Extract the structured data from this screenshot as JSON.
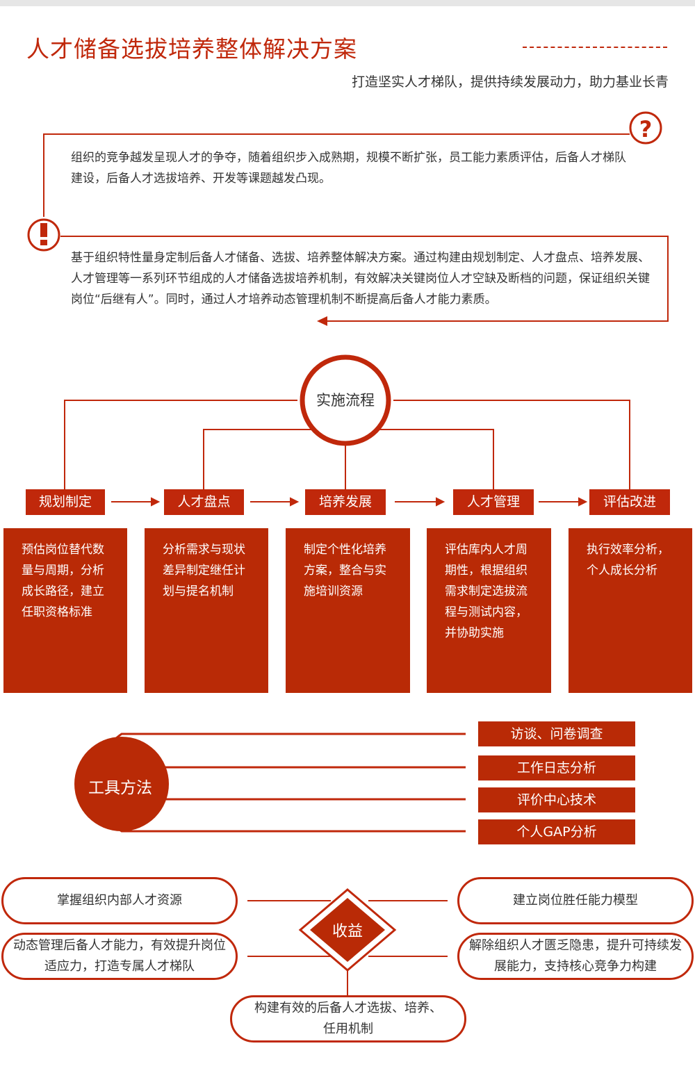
{
  "header": {
    "title": "人才储备选拔培养整体解决方案",
    "subtitle": "打造坚实人才梯队，提供持续发展动力，助力基业长青"
  },
  "problem": {
    "icon": "question-icon",
    "text": "组织的竞争越发呈现人才的争夺，随着组织步入成熟期，规模不断扩张，员工能力素质评估，后备人才梯队建设，后备人才选拔培养、开发等课题越发凸现。"
  },
  "solution": {
    "icon": "exclamation-icon",
    "text": "基于组织特性量身定制后备人才储备、选拔、培养整体解决方案。通过构建由规划制定、人才盘点、培养发展、人才管理等一系列环节组成的人才储备选拔培养机制，有效解决关键岗位人才空缺及断档的问题，保证组织关键岗位“后继有人”。同时，通过人才培养动态管理机制不断提高后备人才能力素质。"
  },
  "process": {
    "title": "实施流程",
    "steps": [
      {
        "label": "规划制定",
        "desc": "预估岗位替代数量与周期，分析成长路径，建立任职资格标准"
      },
      {
        "label": "人才盘点",
        "desc": "分析需求与现状差异制定继任计划与提名机制"
      },
      {
        "label": "培养发展",
        "desc": "制定个性化培养方案，整合与实施培训资源"
      },
      {
        "label": "人才管理",
        "desc": "评估库内人才周期性，根据组织需求制定选拔流程与测试内容，并协助实施"
      },
      {
        "label": "评估改进",
        "desc": "执行效率分析，个人成长分析"
      }
    ]
  },
  "tools": {
    "title": "工具方法",
    "items": [
      "访谈、问卷调查",
      "工作日志分析",
      "评价中心技术",
      "个人GAP分析"
    ]
  },
  "benefits": {
    "title": "收益",
    "items": [
      "掌握组织内部人才资源",
      "动态管理后备人才能力，有效提升岗位适应力，打造专属人才梯队",
      "建立岗位胜任能力模型",
      "解除组织人才匮乏隐患，提升可持续发展能力，支持核心竞争力构建",
      "构建有效的后备人才选拔、培养、任用机制"
    ]
  },
  "colors": {
    "accent": "#c0280b",
    "box": "#b92a06"
  }
}
